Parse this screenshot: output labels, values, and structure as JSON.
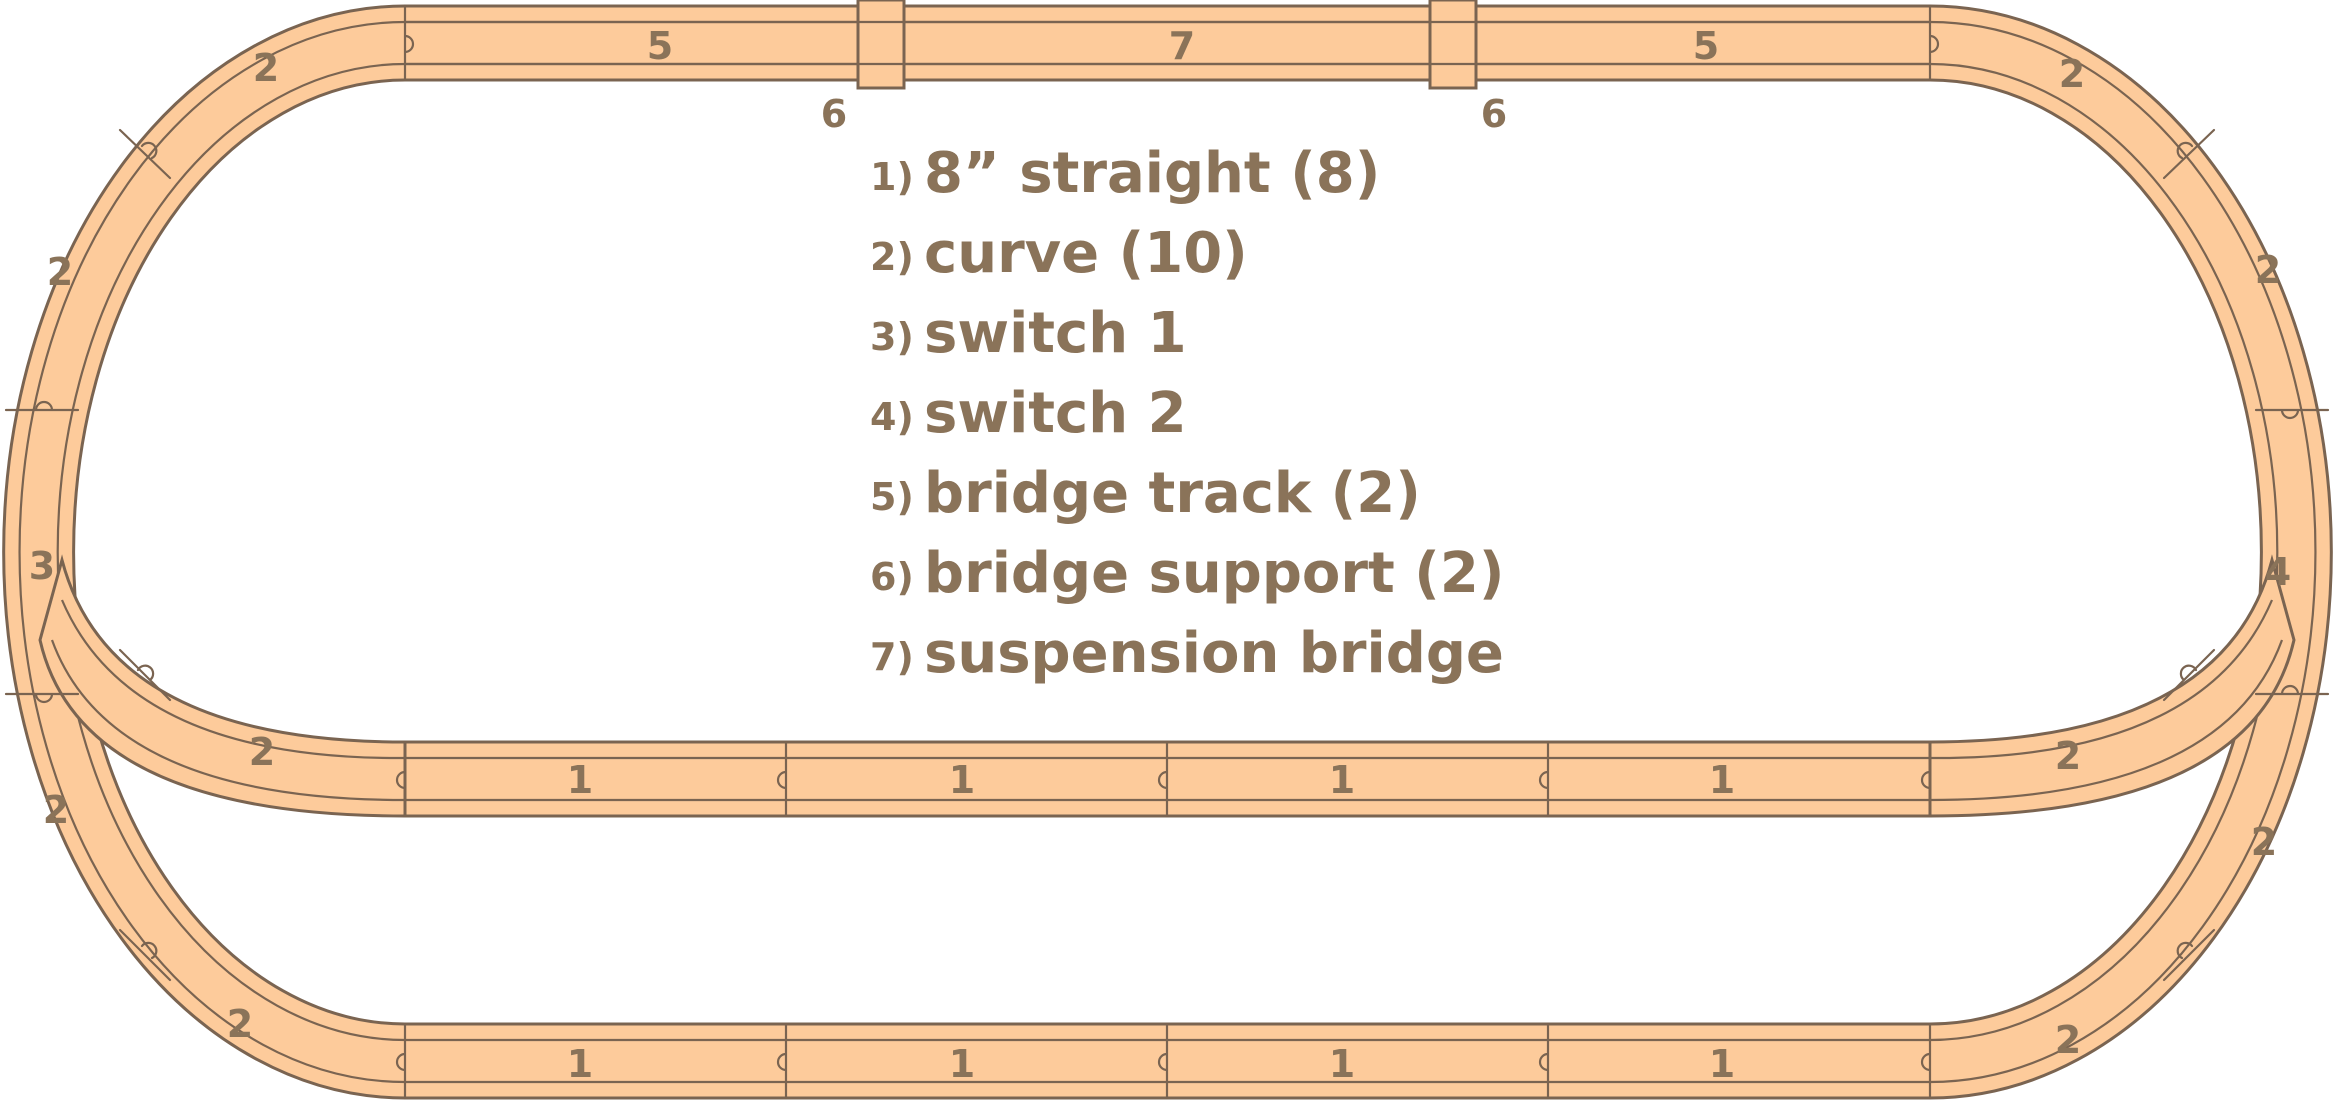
{
  "legend": [
    {
      "index": "1)",
      "label": "8” straight (8)"
    },
    {
      "index": "2)",
      "label": "curve (10)"
    },
    {
      "index": "3)",
      "label": "switch 1"
    },
    {
      "index": "4)",
      "label": "switch 2"
    },
    {
      "index": "5)",
      "label": "bridge track (2)"
    },
    {
      "index": "6)",
      "label": "bridge support (2)"
    },
    {
      "index": "7)",
      "label": "suspension bridge"
    }
  ],
  "piece_labels": {
    "top": [
      "5",
      "7",
      "5"
    ],
    "supports": [
      "6",
      "6"
    ],
    "upper_straights": [
      "1",
      "1",
      "1",
      "1"
    ],
    "lower_straights": [
      "1",
      "1",
      "1",
      "1"
    ],
    "curves_left": [
      "2",
      "2",
      "2",
      "2",
      "2"
    ],
    "curves_right": [
      "2",
      "2",
      "2",
      "2",
      "2"
    ],
    "switch_left": "3",
    "switch_right": "4"
  },
  "colors": {
    "track_fill": "#fdcb9b",
    "line": "#7a6451",
    "text": "#8a7359"
  }
}
